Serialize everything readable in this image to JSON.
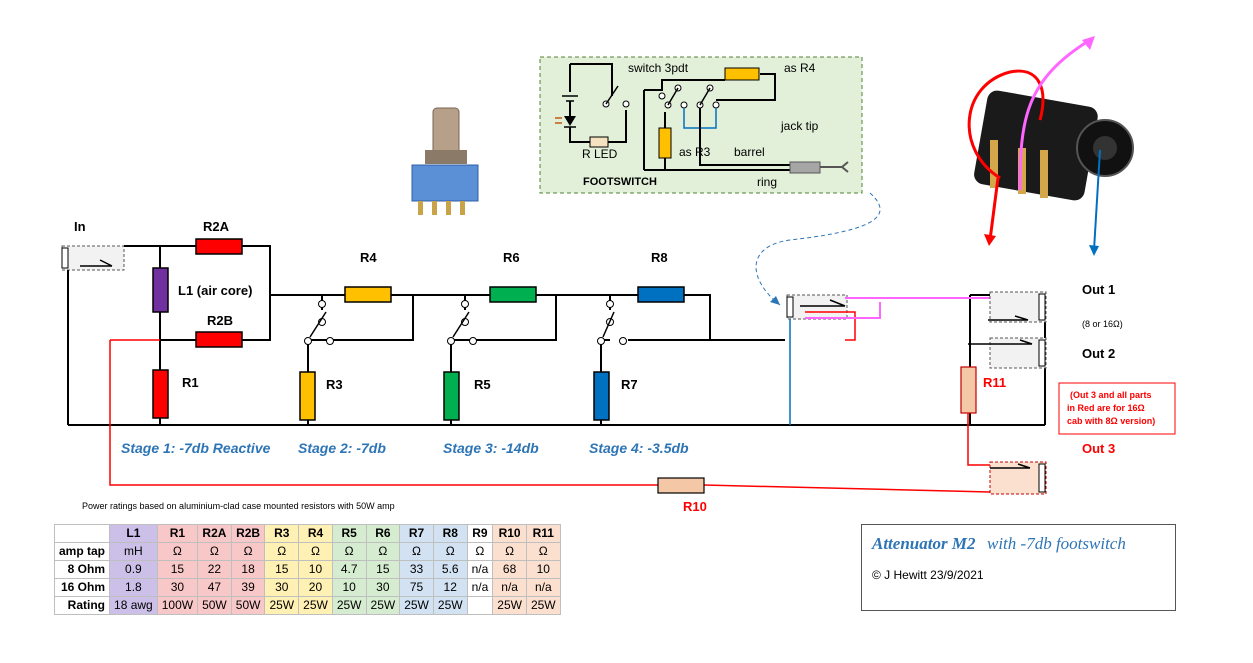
{
  "circuit": {
    "input_label": "In",
    "components": {
      "r2a": "R2A",
      "r2b": "R2B",
      "l1": "L1 (air core)",
      "r1": "R1",
      "r3": "R3",
      "r4": "R4",
      "r5": "R5",
      "r6": "R6",
      "r7": "R7",
      "r8": "R8",
      "r10": "R10",
      "r11": "R11"
    },
    "stages": [
      "Stage 1:  -7db Reactive",
      "Stage 2:  -7db",
      "Stage 3:  -14db",
      "Stage 4:  -3.5db"
    ],
    "outputs": {
      "out1": "Out 1",
      "out1_note": "(8 or 16Ω)",
      "out2": "Out 2",
      "out3": "Out 3"
    },
    "red_note": [
      "(Out 3 and all parts",
      "in Red are for 16Ω",
      "cab with 8Ω version)"
    ],
    "colors": {
      "r2": "#ff0000",
      "l1": "#7030a0",
      "r3_r4": "#ffc000",
      "r5_r6": "#00b050",
      "r7_r8": "#0070c0",
      "r10_r11": "#f4c7a6",
      "accent_blue": "#2e75b6",
      "red_label": "#ff0000"
    }
  },
  "footswitch": {
    "switch_label": "switch 3pdt",
    "as_r4": "as R4",
    "jack_tip": "jack tip",
    "as_r3": "as R3",
    "barrel": "barrel",
    "r_led": "R LED",
    "title": "FOOTSWITCH",
    "ring": "ring"
  },
  "power_note": "Power ratings based on aluminium-clad case mounted resistors with 50W amp",
  "table": {
    "header": [
      "",
      "L1",
      "R1",
      "R2A",
      "R2B",
      "R3",
      "R4",
      "R5",
      "R6",
      "R7",
      "R8",
      "R9",
      "R10",
      "R11"
    ],
    "rows": [
      [
        "amp tap",
        "mH",
        "Ω",
        "Ω",
        "Ω",
        "Ω",
        "Ω",
        "Ω",
        "Ω",
        "Ω",
        "Ω",
        "Ω",
        "Ω",
        "Ω"
      ],
      [
        "8 Ohm",
        "0.9",
        "15",
        "22",
        "18",
        "15",
        "10",
        "4.7",
        "15",
        "33",
        "5.6",
        "n/a",
        "68",
        "10"
      ],
      [
        "16 Ohm",
        "1.8",
        "30",
        "47",
        "39",
        "30",
        "20",
        "10",
        "30",
        "75",
        "12",
        "n/a",
        "n/a",
        "n/a"
      ],
      [
        "Rating",
        "18 awg",
        "100W",
        "50W",
        "50W",
        "25W",
        "25W",
        "25W",
        "25W",
        "25W",
        "25W",
        "",
        "25W",
        "25W"
      ]
    ]
  },
  "title_box": {
    "title": "Attenuator M2",
    "subtitle": "with -7db footswitch",
    "copyright": "© J Hewitt 23/9/2021"
  }
}
